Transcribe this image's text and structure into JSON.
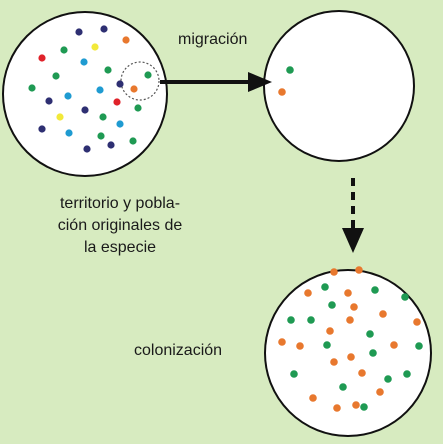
{
  "labels": {
    "migration": "migración",
    "original_line1": "territorio y pobla-",
    "original_line2": "ción originales de",
    "original_line3": "la especie",
    "colonization": "colonización"
  },
  "colors": {
    "background": "#d7ebc0",
    "circle_fill": "#ffffff",
    "outline": "#111111",
    "dot_green": "#1f9a53",
    "dot_orange": "#e8782e",
    "dot_navy": "#2e2f72",
    "dot_blue": "#1f9bd1",
    "dot_red": "#e0222a",
    "dot_yellow": "#f2e93a"
  }
}
